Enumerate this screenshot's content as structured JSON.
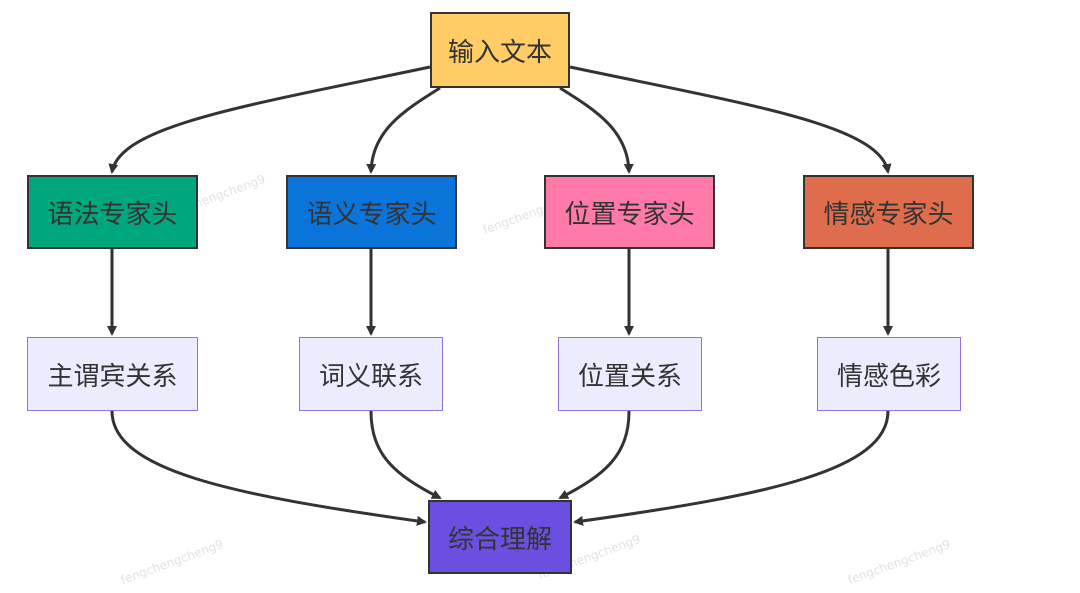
{
  "nodes": {
    "input": {
      "label": "输入文本",
      "fill": "#FFCC66"
    },
    "grammar_head": {
      "label": "语法专家头",
      "fill": "#00A67E"
    },
    "semantic_head": {
      "label": "语义专家头",
      "fill": "#0A74DA"
    },
    "position_head": {
      "label": "位置专家头",
      "fill": "#FF7AA8"
    },
    "emotion_head": {
      "label": "情感专家头",
      "fill": "#E06C4E"
    },
    "grammar_out": {
      "label": "主谓宾关系"
    },
    "semantic_out": {
      "label": "词义联系"
    },
    "position_out": {
      "label": "位置关系"
    },
    "emotion_out": {
      "label": "情感色彩"
    },
    "output": {
      "label": "综合理解",
      "fill": "#6C4FE0"
    }
  },
  "watermark": "fengchengcheng9",
  "edge_color": "#333333"
}
